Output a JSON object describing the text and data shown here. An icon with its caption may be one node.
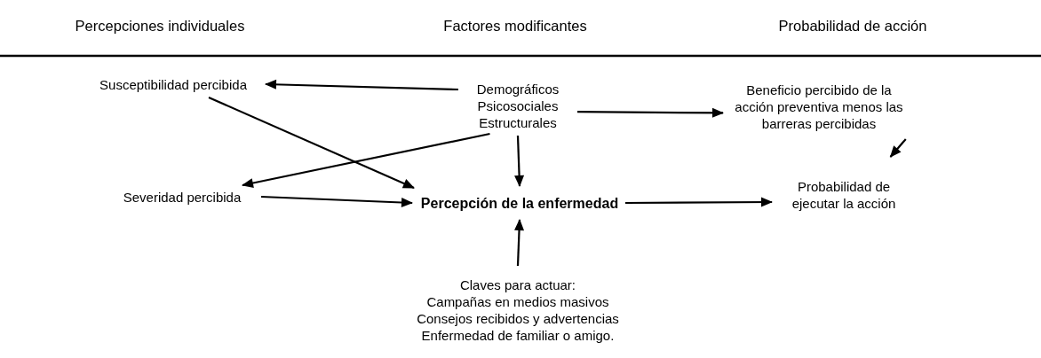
{
  "diagram": {
    "nodes": [
      {
        "text": [
          "Susceptibilidad percibida"
        ]
      },
      {
        "text": [
          "Demográficos",
          "Psicosociales",
          "Estructurales"
        ]
      },
      {
        "text": [
          "Beneficio percibido de la acción preventiva menos las barreras percibidas"
        ]
      },
      {
        "text": [
          "Severidad percibida"
        ]
      },
      {
        "text": [
          "Percepción de la enfermedad"
        ]
      },
      {
        "text": [
          "Probabilidad de ejecutar la acción"
        ]
      },
      {
        "text": [
          "Claves para actuar:",
          "Campañas en medios masivos",
          "Consejos recibidos y advertencias",
          "Enfermedad de familiar o amigo."
        ]
      }
    ],
    "edges": [
      {
        "from": 1,
        "to": 0,
        "arrow": "to"
      },
      {
        "from": 1,
        "to": 2,
        "arrow": "to"
      },
      {
        "from": 1,
        "to": 3,
        "arrow": "to"
      },
      {
        "from": 0,
        "to": 4,
        "arrow": "to"
      },
      {
        "from": 1,
        "to": 4,
        "arrow": "to"
      },
      {
        "from": 3,
        "to": 4,
        "arrow": "to"
      },
      {
        "from": 4,
        "to": 5,
        "arrow": "to"
      },
      {
        "from": 2,
        "to": 5,
        "arrow": "to"
      },
      {
        "from": 6,
        "to": 4,
        "arrow": "to"
      }
    ],
    "labels": [
      "Percepciones individuales",
      "Factores modificantes",
      "Probabilidad de acción"
    ]
  }
}
